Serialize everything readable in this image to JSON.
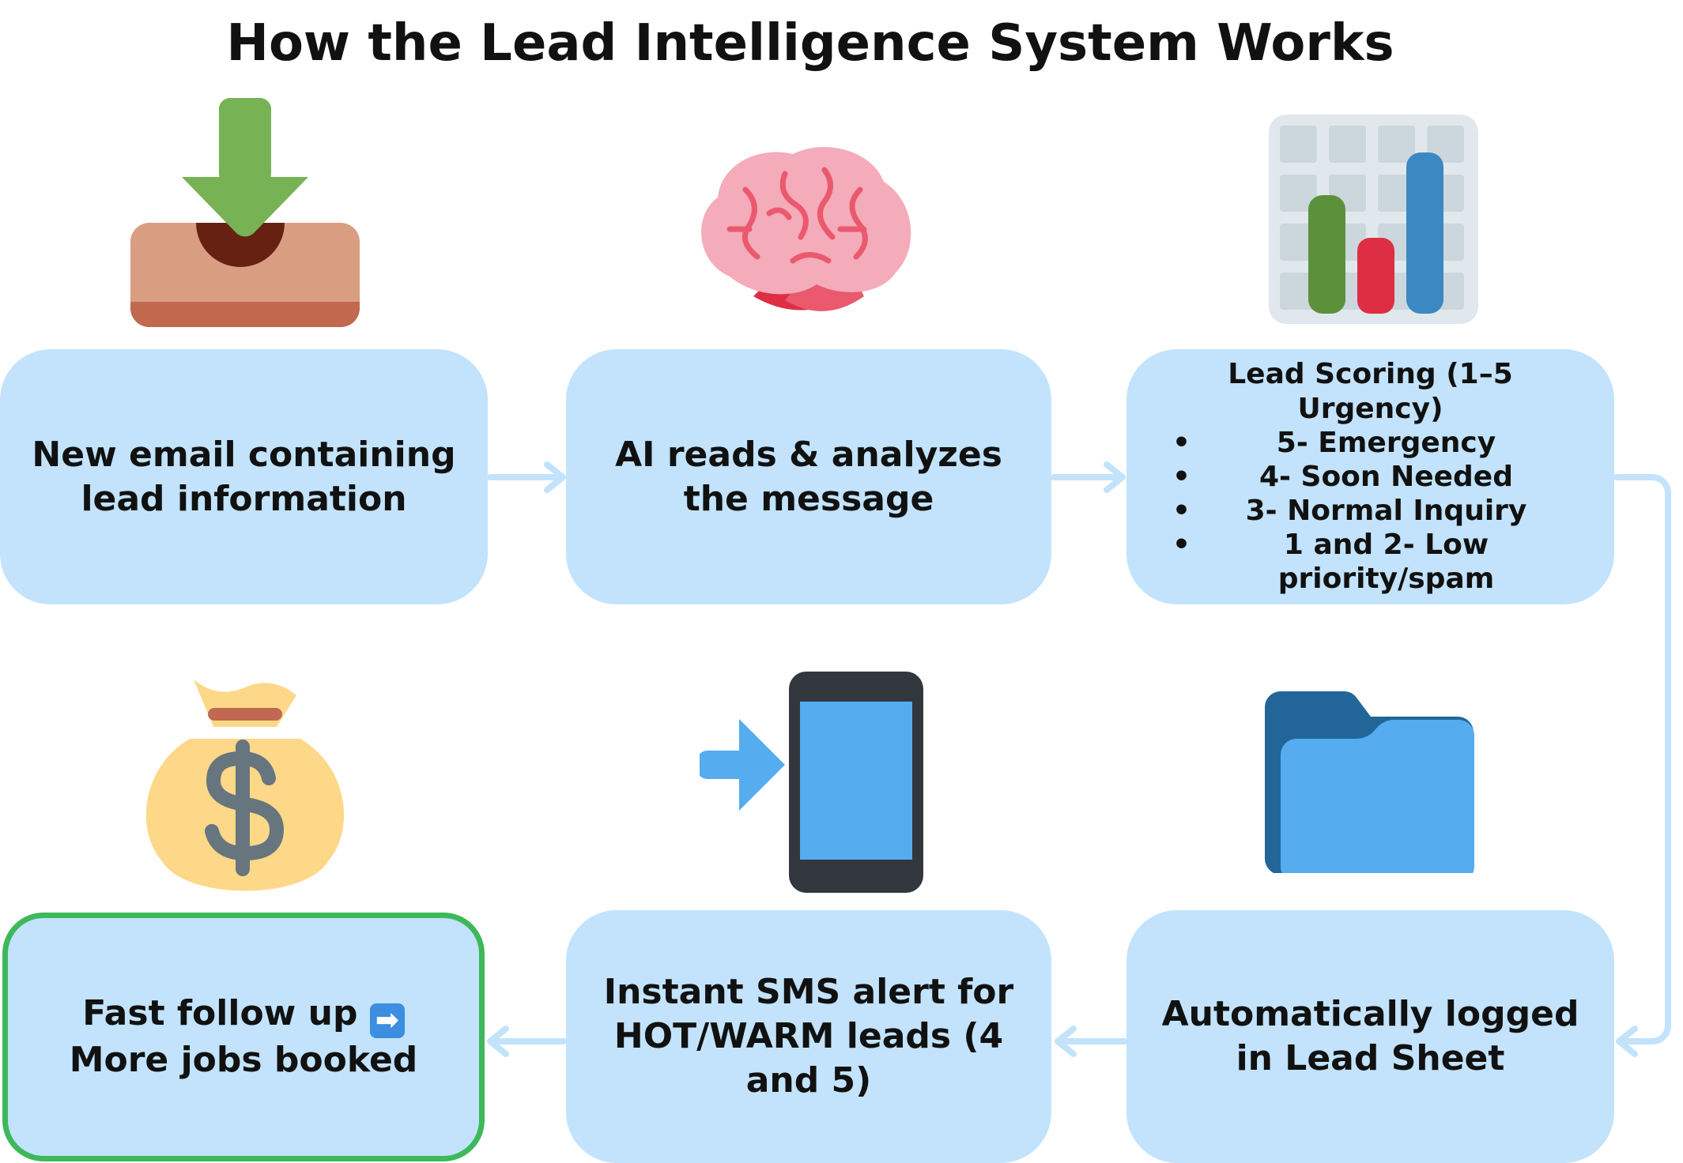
{
  "title": "How the Lead Intelligence System Works",
  "steps": {
    "email": {
      "text": "New email containing lead information",
      "icon": "inbox-download-icon"
    },
    "ai": {
      "text": "AI reads & analyzes the message",
      "icon": "brain-icon"
    },
    "scoring": {
      "title": "Lead Scoring (1–5 Urgency)",
      "items": [
        "5- Emergency",
        "4- Soon Needed",
        "3- Normal Inquiry",
        "1 and 2- Low priority/spam"
      ],
      "icon": "bar-chart-icon"
    },
    "logged": {
      "text": "Automatically logged in Lead Sheet",
      "icon": "folder-icon"
    },
    "sms": {
      "text": "Instant SMS alert for HOT/WARM leads (4 and 5)",
      "icon": "mobile-arrow-icon"
    },
    "result": {
      "text_before": "Fast follow up",
      "arrow": "➡",
      "text_after": "More jobs booked",
      "icon": "money-bag-icon"
    }
  },
  "colors": {
    "box": "#c2e3fb",
    "connector": "#c2e3fb",
    "highlight_border": "#3db85a"
  }
}
